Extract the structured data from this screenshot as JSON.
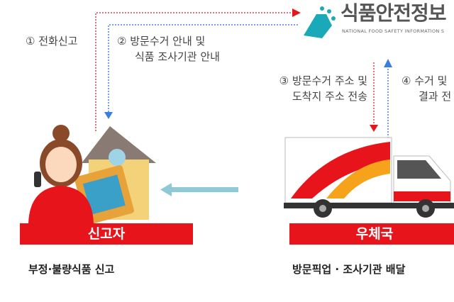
{
  "logo": {
    "name_ko": "식품안전정보",
    "name_en": "NATIONAL FOOD SAFETY INFORMATION S",
    "accent": "#1aa9b8"
  },
  "steps": {
    "s1": "① 전화신고",
    "s2_line1": "② 방문수거 안내 및",
    "s2_line2": "식품 조사기관 안내",
    "s3_line1": "③ 방문수거 주소 및",
    "s3_line2": "도착지 주소 전송",
    "s4_line1": "④ 수거 및",
    "s4_line2": "결과 전"
  },
  "reporter": {
    "label": "신고자",
    "caption": "부정·불량식품 신고"
  },
  "postoffice": {
    "label": "우체국",
    "caption": "방문픽업 · 조사기관 배달"
  },
  "colors": {
    "red": "#e8141b",
    "blue": "#3a7fe0",
    "light_blue": "#7fc4d4"
  }
}
